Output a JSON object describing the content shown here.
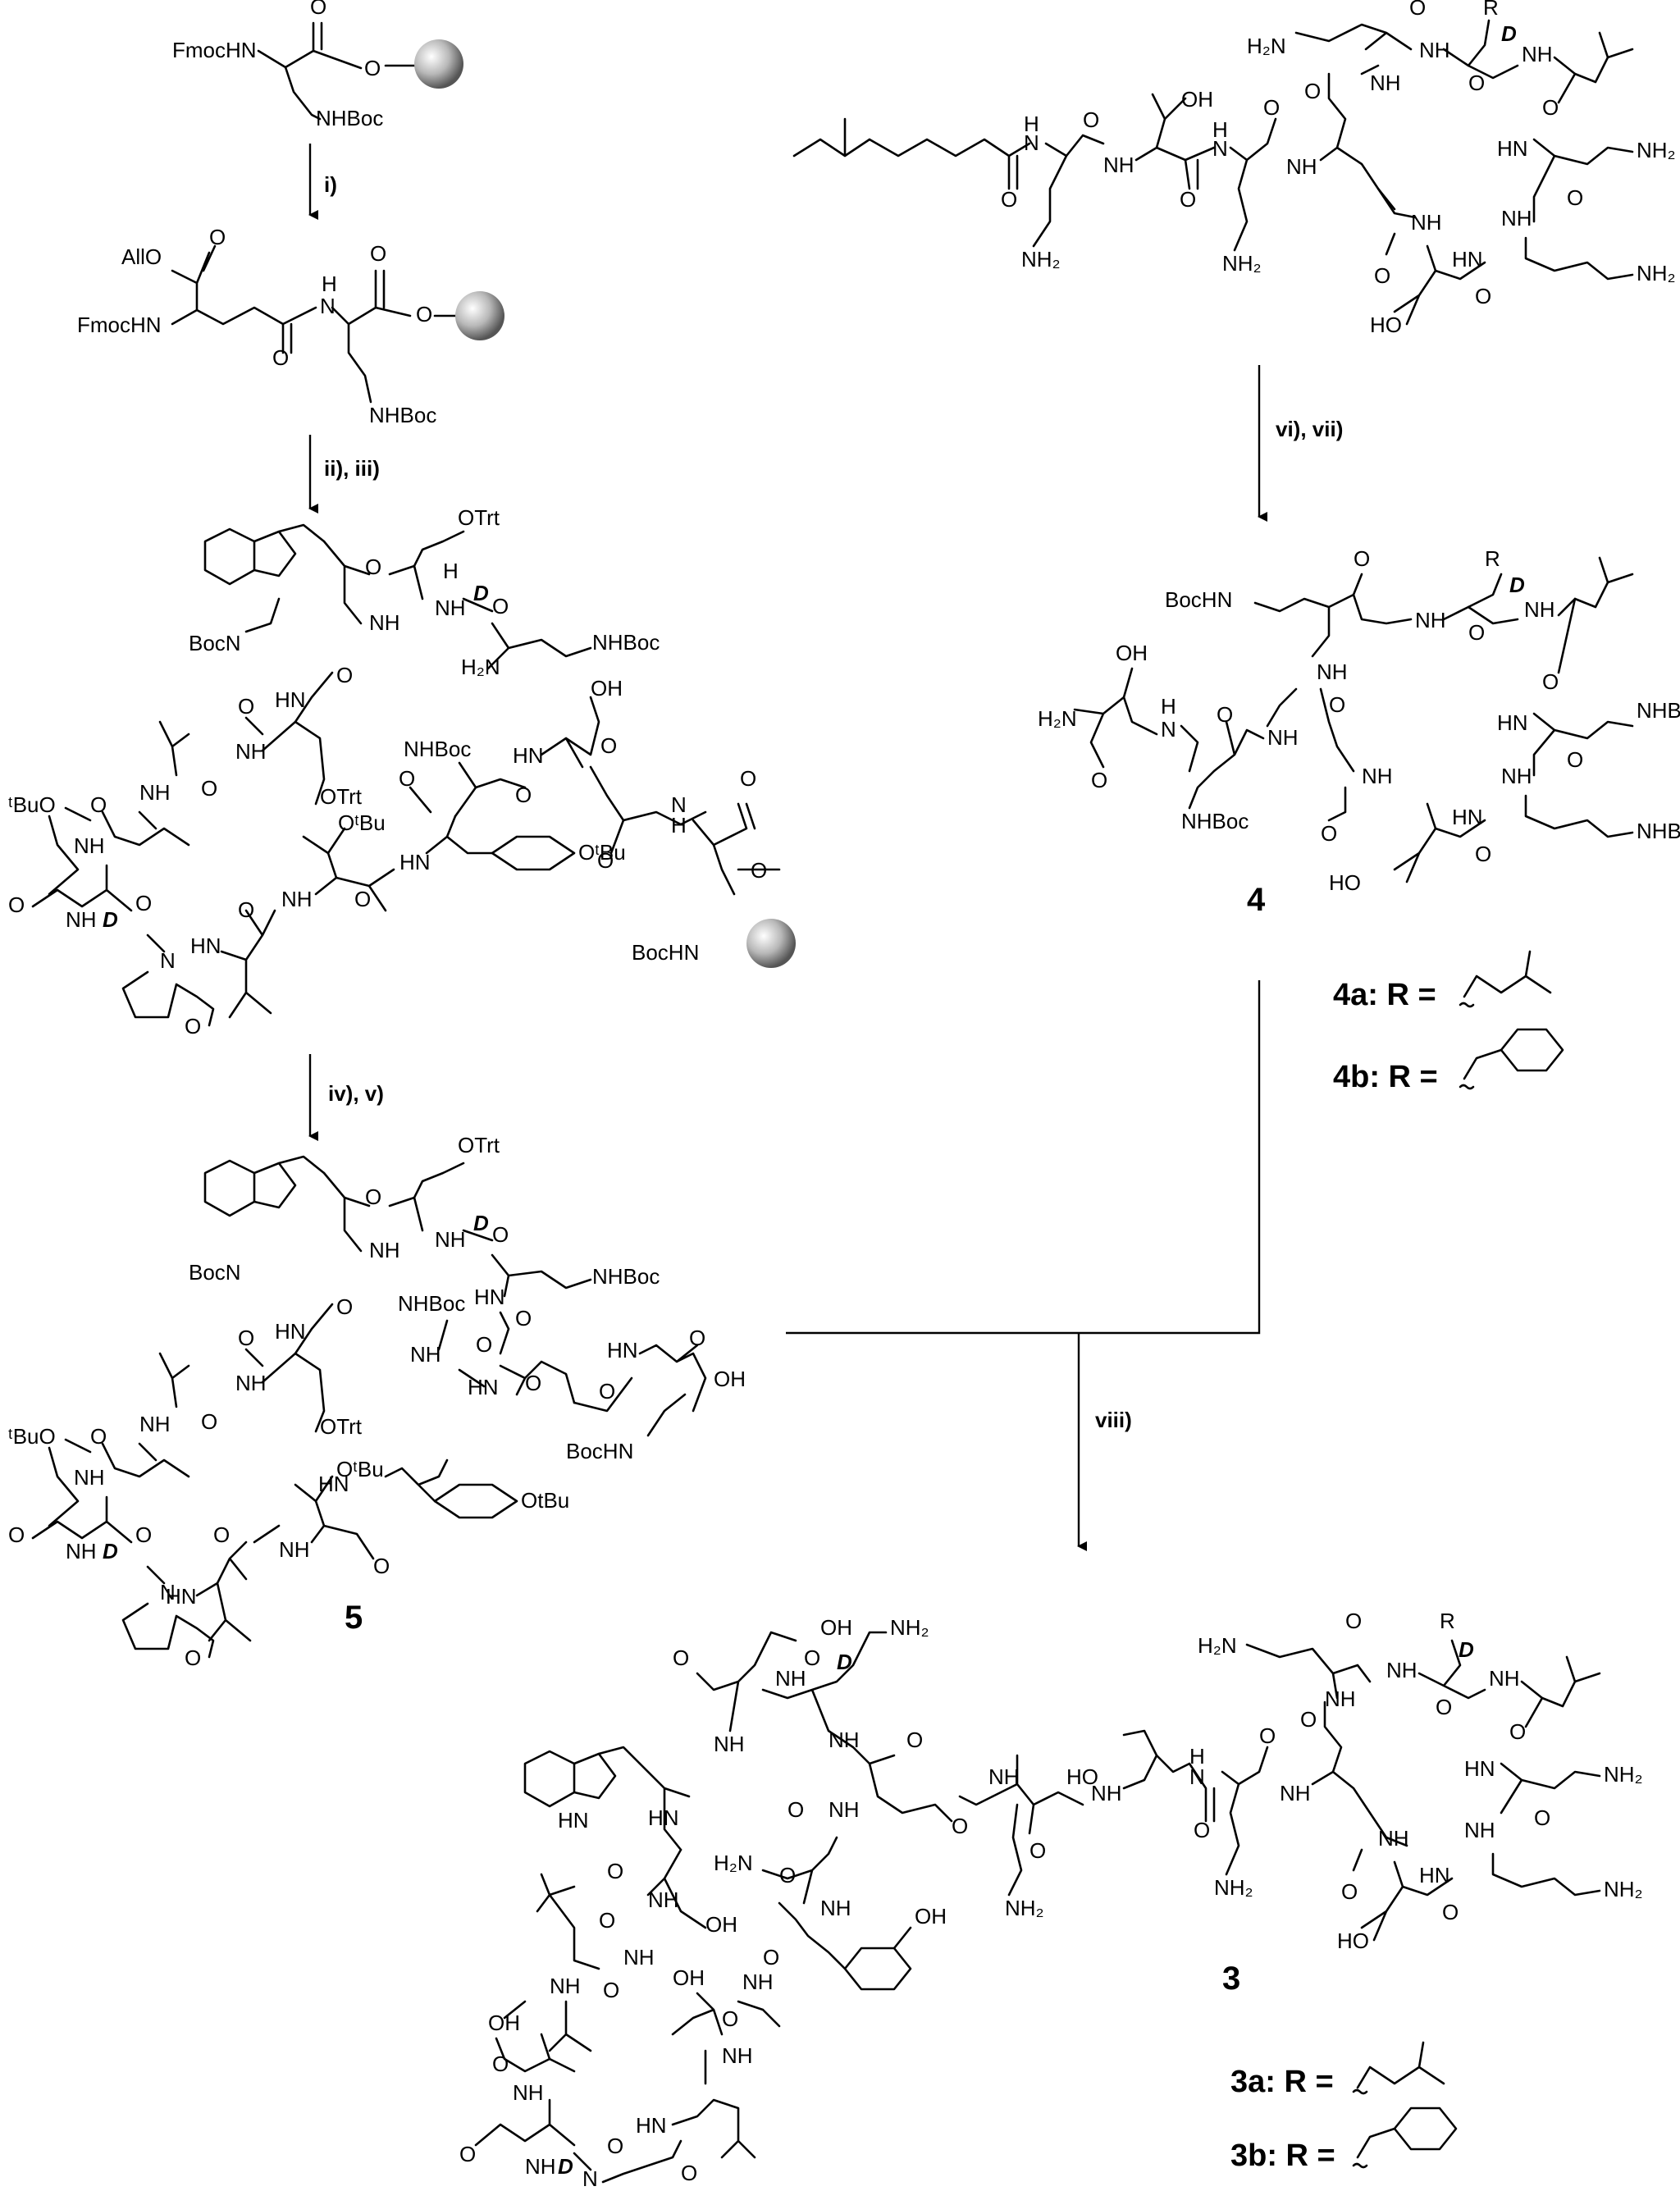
{
  "scheme": {
    "steps": {
      "s1": "i)",
      "s2": "ii), iii)",
      "s3": "iv), v)",
      "s4": "vi), vii)",
      "s5": "viii)"
    },
    "compounds": {
      "c4": "4",
      "c5": "5",
      "c3": "3"
    },
    "r_definitions": {
      "r4a": "4a: R =",
      "r4b": "4b: R =",
      "r3a": "3a: R =",
      "r3b": "3b: R ="
    },
    "stereo_label": "D",
    "groups": {
      "fmochn": "FmocHN",
      "nhboc": "NHBoc",
      "allo": "AllO",
      "o": "O",
      "h": "H",
      "n": "N",
      "nh": "NH",
      "hn": "HN",
      "otrt": "OTrt",
      "bocn": "BocN",
      "h2n": "H₂N",
      "nh2": "NH₂",
      "oh": "OH",
      "ho": "HO",
      "otbu": "OᵗBu",
      "tbuo": "ᵗBuO",
      "otbu2": "OtBu",
      "bochn": "BocHN",
      "nhboc_short": "NHBoc",
      "r": "R"
    }
  }
}
